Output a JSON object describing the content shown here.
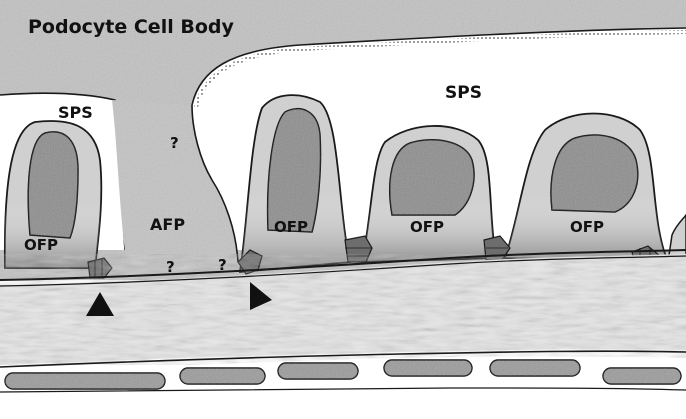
{
  "labels": {
    "title": "Podocyte Cell Body",
    "sps_left": "SPS",
    "sps_right": "SPS",
    "afp": "AFP",
    "ofp_1": "OFP",
    "ofp_2": "OFP",
    "ofp_3": "OFP",
    "ofp_4": "OFP",
    "q1": "?",
    "q2": "?",
    "q3": "?"
  },
  "colors": {
    "cytoplasm": "#bdbdbd",
    "process": "#d4d4d4",
    "core": "#8a8a8a",
    "gbm": "#e9e9e9",
    "outline": "#1a1a1a",
    "junction": "#6d6d6d",
    "arrowhead": "#111111"
  },
  "icons": [
    "arrowhead-marker-icon",
    "arrowhead-marker-icon"
  ]
}
